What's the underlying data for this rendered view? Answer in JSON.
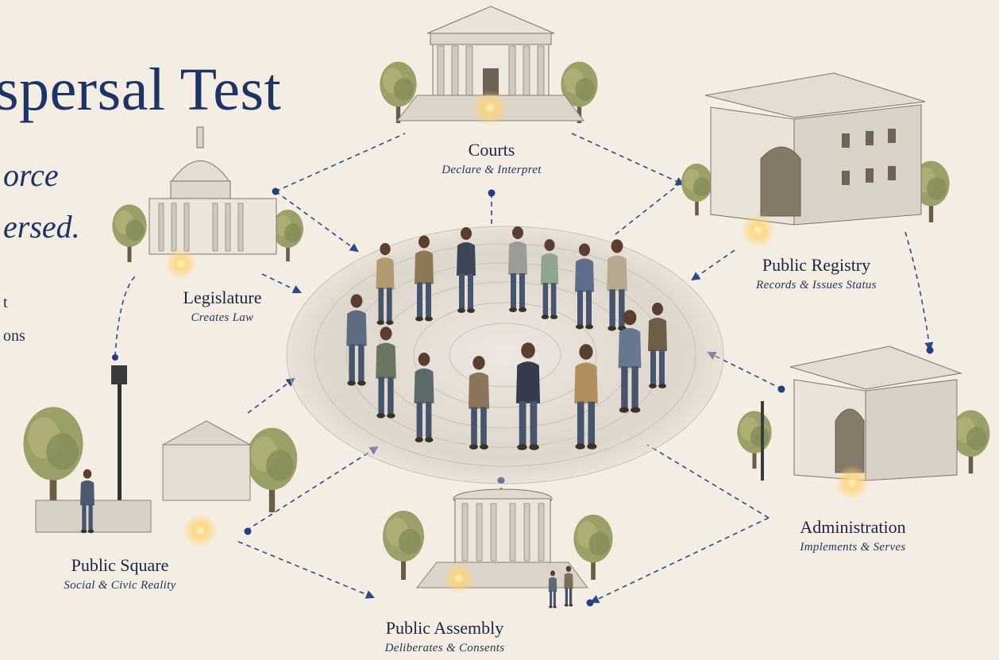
{
  "header": {
    "title": "spersal Test",
    "subtitle_line1": "orce",
    "subtitle_line2": "ersed.",
    "side_line1": "t",
    "side_line2": "ons"
  },
  "nodes": {
    "courts": {
      "name": "Courts",
      "role": "Declare & Interpret"
    },
    "public_registry": {
      "name": "Public Registry",
      "role": "Records & Issues Status"
    },
    "legislature": {
      "name": "Legislature",
      "role": "Creates Law"
    },
    "administration": {
      "name": "Administration",
      "role": "Implements & Serves"
    },
    "public_square": {
      "name": "Public Square",
      "role": "Social & Civic Reality"
    },
    "public_assembly": {
      "name": "Public Assembly",
      "role": "Deliberates & Consents"
    }
  },
  "colors": {
    "background": "#f4ede3",
    "accent": "#1c3466",
    "connector": "#2c4a86",
    "glow": "#ffd36b"
  }
}
